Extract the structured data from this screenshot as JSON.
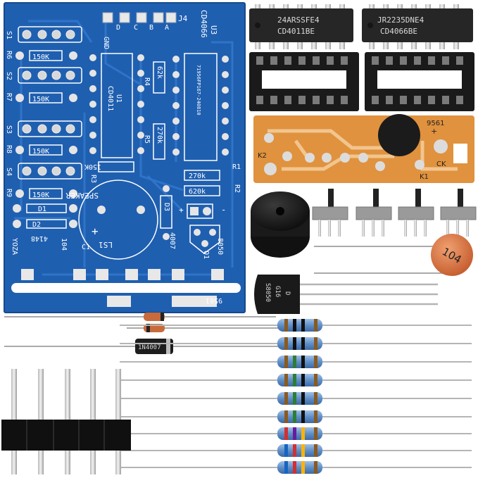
{
  "pcb": {
    "label_u3": "U3",
    "label_cd4066": "CD4066",
    "label_j4": "J4",
    "header_pins": [
      "GND",
      "D",
      "C",
      "B",
      "A"
    ],
    "switch_labels": [
      "S1",
      "S2",
      "S3",
      "S4"
    ],
    "resistor_labels": [
      "R6",
      "R7",
      "R8",
      "R9"
    ],
    "resistor_values": [
      "150K",
      "150K",
      "150K",
      "150K"
    ],
    "label_u1": "U1",
    "label_cd4011": "CD4011",
    "label_r4": "R4",
    "value_r4": "62k",
    "label_r5": "R5",
    "value_r5": "270k",
    "value_r3": "150K",
    "label_r3": "R3",
    "chip_code": "71956FP167-240810",
    "label_r1": "R1",
    "label_r2": "R2",
    "value_r1": "270k",
    "value_r2": "620k",
    "label_speaker": "SPEAKER",
    "label_ls1": "LS1",
    "label_d3": "D3",
    "label_d1": "D1",
    "label_d2": "D2",
    "label_4148": "4148",
    "label_4007": "4007",
    "label_plus": "+",
    "label_minus": "-",
    "label_q1": "Q1",
    "label_8050": "8050",
    "label_104": "104",
    "label_c1": "C1",
    "label_yoza": "YOZA",
    "label_9561": "9561"
  },
  "chips": [
    {
      "code": "24ARSSFE4",
      "name": "CD4011BE"
    },
    {
      "code": "JR2235DNE4",
      "name": "CD4066BE"
    }
  ],
  "module": {
    "label_9561": "9561",
    "label_k2": "K2",
    "label_k1": "K1",
    "label_ck": "CK",
    "label_plus": "+"
  },
  "capacitor_label": "104",
  "transistor": {
    "line1": "S8050",
    "line2": "G16",
    "line3": "D"
  },
  "diode_label": "1N4007"
}
